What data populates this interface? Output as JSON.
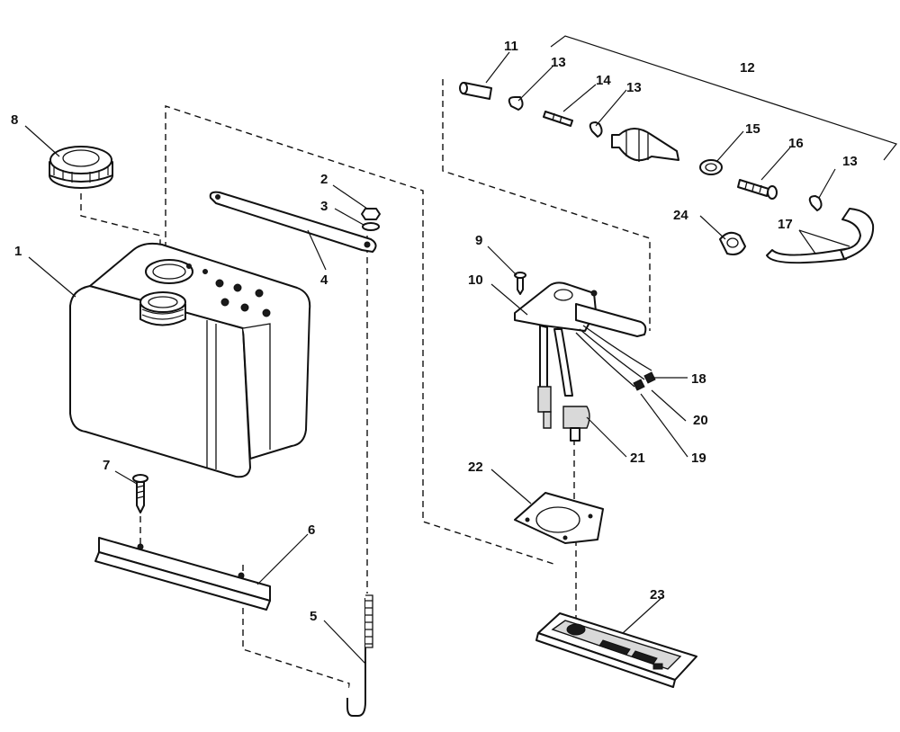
{
  "diagram": {
    "callouts": [
      {
        "id": "c1",
        "text": "1"
      },
      {
        "id": "c2",
        "text": "2"
      },
      {
        "id": "c3",
        "text": "3"
      },
      {
        "id": "c4",
        "text": "4"
      },
      {
        "id": "c5",
        "text": "5"
      },
      {
        "id": "c6",
        "text": "6"
      },
      {
        "id": "c7",
        "text": "7"
      },
      {
        "id": "c8",
        "text": "8"
      },
      {
        "id": "c9",
        "text": "9"
      },
      {
        "id": "c10",
        "text": "10"
      },
      {
        "id": "c11",
        "text": "11"
      },
      {
        "id": "c12",
        "text": "12"
      },
      {
        "id": "c13a",
        "text": "13"
      },
      {
        "id": "c13b",
        "text": "13"
      },
      {
        "id": "c13c",
        "text": "13"
      },
      {
        "id": "c14",
        "text": "14"
      },
      {
        "id": "c15",
        "text": "15"
      },
      {
        "id": "c16",
        "text": "16"
      },
      {
        "id": "c17",
        "text": "17"
      },
      {
        "id": "c18",
        "text": "18"
      },
      {
        "id": "c19",
        "text": "19"
      },
      {
        "id": "c20",
        "text": "20"
      },
      {
        "id": "c21",
        "text": "21"
      },
      {
        "id": "c22",
        "text": "22"
      },
      {
        "id": "c23",
        "text": "23"
      },
      {
        "id": "c24",
        "text": "24"
      }
    ]
  }
}
